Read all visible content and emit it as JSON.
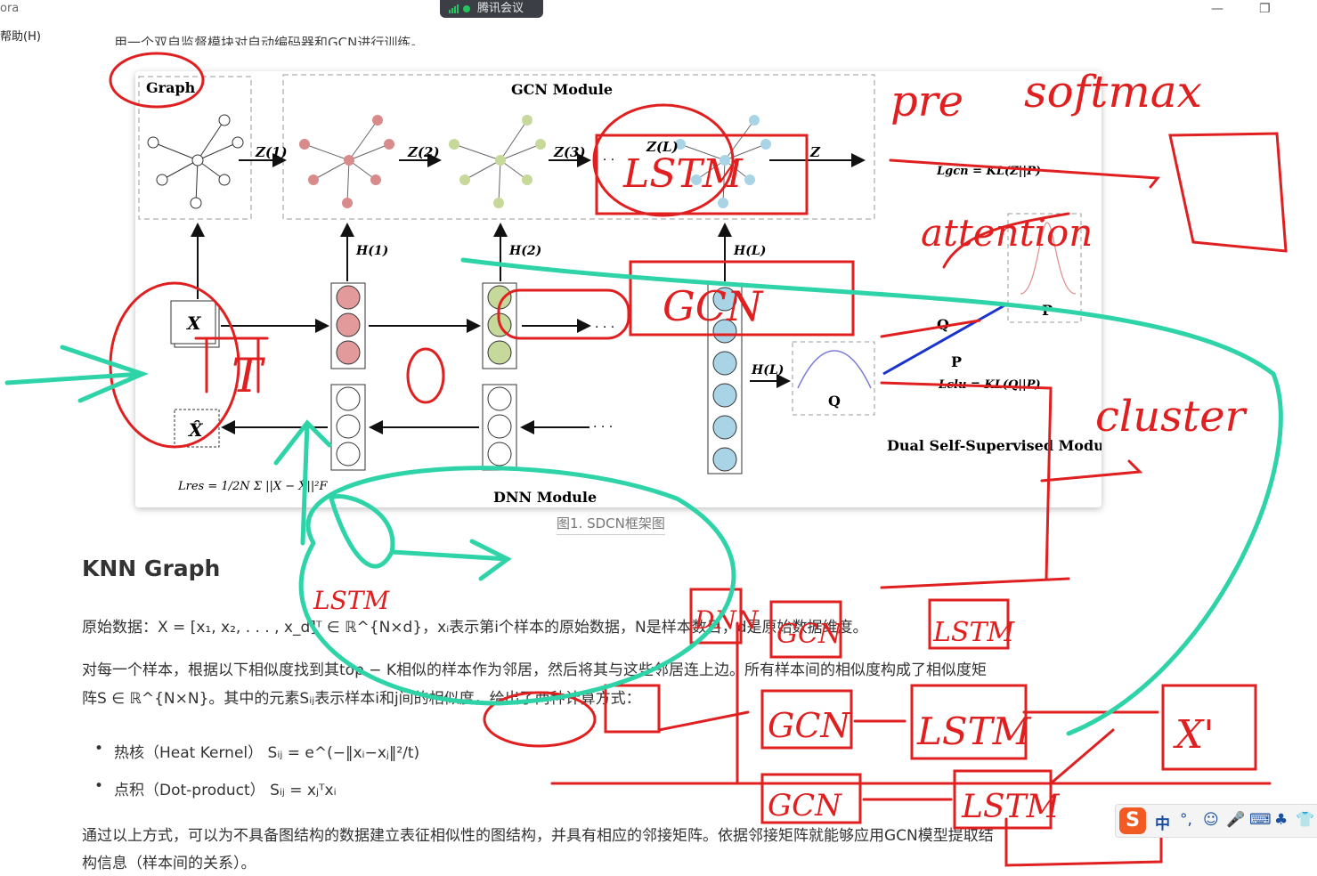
{
  "window": {
    "app_name_fragment": "ora",
    "menu_help": "帮助(H)",
    "meeting_label": "腾讯会议",
    "minimize_icon": "—",
    "restore_icon": "❐"
  },
  "doc": {
    "cut_top_line": "用一个双自监督模块对自动编码器和GCN进行训练。",
    "figure": {
      "graph_label": "Graph",
      "gcn_module_label": "GCN Module",
      "dnn_module_label": "DNN Module",
      "dual_module_label": "Dual Self-Supervised Module",
      "z1": "Z(1)",
      "z2": "Z(2)",
      "z3": "Z(3)",
      "zl": "Z(L)",
      "z": "Z",
      "h1": "H(1)",
      "h2": "H(2)",
      "hl": "H(L)",
      "hl2": "H(L)",
      "x": "X",
      "xhat": "X̂",
      "l_gcn": "Lgcn = KL(Z||P)",
      "l_clu": "Lclu = KL(Q||P)",
      "l_res": "Lres = 1/2N Σ ||X − X̂||²F",
      "p_label": "P",
      "q_label": "Q",
      "q_box": "Q",
      "p_box": "P",
      "ellipsis": "· · ·"
    },
    "caption": "图1. SDCN框架图",
    "section_title": "KNN Graph",
    "para1": "原始数据：X = [x₁, x₂, . . . , x_d]ᵀ ∈ ℝ^{N×d}，xᵢ表示第i个样本的原始数据，N是样本数目，d是原始数据维度。",
    "para2_line1": "对每一个样本，根据以下相似度找到其top − K相似的样本作为邻居，然后将其与这些邻居连上边。所有样本间的相似度构成了相似度矩",
    "para2_line2": "阵S ∈ ℝ^{N×N}。其中的元素Sᵢⱼ表示样本i和j间的相似度，给出了两种计算方式：",
    "bullet1": "热核（Heat Kernel） Sᵢⱼ = e^(−‖xᵢ−xⱼ‖²/t)",
    "bullet2": "点积（Dot-product） Sᵢⱼ = xⱼᵀxᵢ",
    "para3_line1": "通过以上方式，可以为不具备图结构的数据建立表征相似性的图结构，并具有相应的邻接矩阵。依据邻接矩阵就能够应用GCN模型提取结",
    "para3_line2": "构信息（样本间的关系）。"
  },
  "annotations": {
    "pre": "pre",
    "softmax": "softmax",
    "attention": "attention",
    "cluster": "cluster",
    "lstm_box": "LSTM",
    "gcn_box": "GCN",
    "lstm_green": "LSTM",
    "t_mark": "T",
    "flow": {
      "dnn": "DNN",
      "gcn_top": "GCN",
      "lstm_top": "LSTM",
      "gcn_mid": "GCN",
      "lstm_mid": "LSTM",
      "gcn_bot": "GCN",
      "lstm_bot": "LSTM",
      "out": "X'"
    },
    "red": "#e02020",
    "green": "#2fd3a8"
  },
  "ime": {
    "logo": "S",
    "lang": "中",
    "punct": "°,",
    "emoji": "☺",
    "mic": "🎤",
    "keyboard": "⌨",
    "skin": "♣",
    "more": "👕"
  }
}
